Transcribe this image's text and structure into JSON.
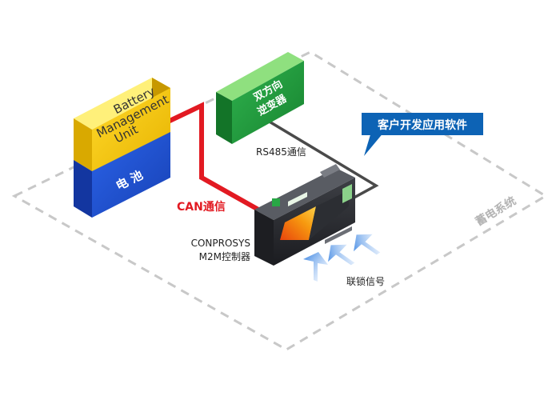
{
  "diagram": {
    "bms_label": "Battery Management Unit",
    "bms_lines": [
      "Battery",
      "Management",
      "Unit"
    ],
    "battery_label": "电 池",
    "inverter_label": "双方向逆变器",
    "inverter_lines": [
      "双方向",
      "逆变器"
    ],
    "callout_label": "客户开发应用软件",
    "rs485_label": "RS485通信",
    "can_label": "CAN通信",
    "controller_lines": [
      "CONPROSYS",
      "M2M控制器"
    ],
    "interlock_label": "联锁信号",
    "system_label": "蓄电系统"
  },
  "colors": {
    "dashed_border": "#c8c8c8",
    "can_line": "#e21a22",
    "rs485_line": "#4a4a4a",
    "bms_yellow": "#f2c400",
    "battery_blue": "#1f4fd0",
    "inverter_green": "#1f9a3c",
    "callout_blue": "#0d63b5",
    "arrow_blue": "#2f7de0"
  }
}
